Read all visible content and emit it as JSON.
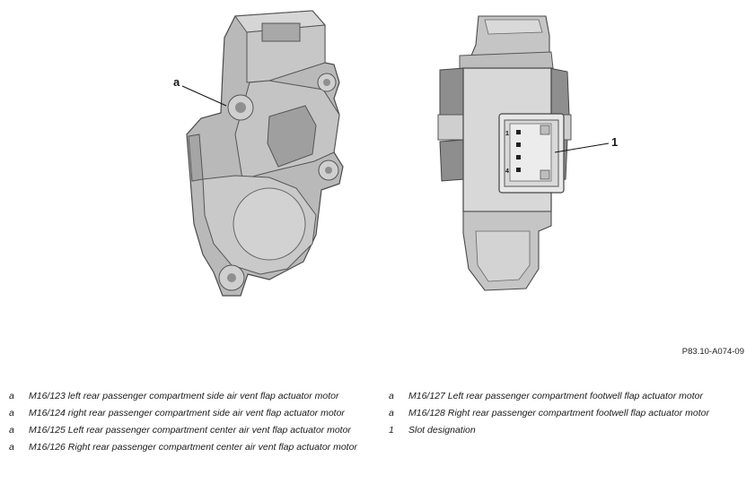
{
  "figure": {
    "callout_a": "a",
    "callout_1": "1",
    "pin_1": "1",
    "pin_4": "4",
    "figure_id": "P83.10-A074-09"
  },
  "legend": {
    "left": [
      {
        "key": "a",
        "text": "M16/123 left rear passenger compartment side air vent flap actuator motor"
      },
      {
        "key": "a",
        "text": "M16/124 right rear passenger compartment side air vent flap actuator motor"
      },
      {
        "key": "a",
        "text": "M16/125 Left rear passenger compartment center air vent flap actuator motor"
      },
      {
        "key": "a",
        "text": "M16/126 Right rear passenger compartment center air vent flap actuator motor"
      }
    ],
    "right": [
      {
        "key": "a",
        "text": "M16/127 Left rear passenger compartment footwell flap actuator motor"
      },
      {
        "key": "a",
        "text": "M16/128 Right rear passenger compartment footwell flap actuator motor"
      },
      {
        "key": "1",
        "text": "Slot designation"
      }
    ]
  }
}
